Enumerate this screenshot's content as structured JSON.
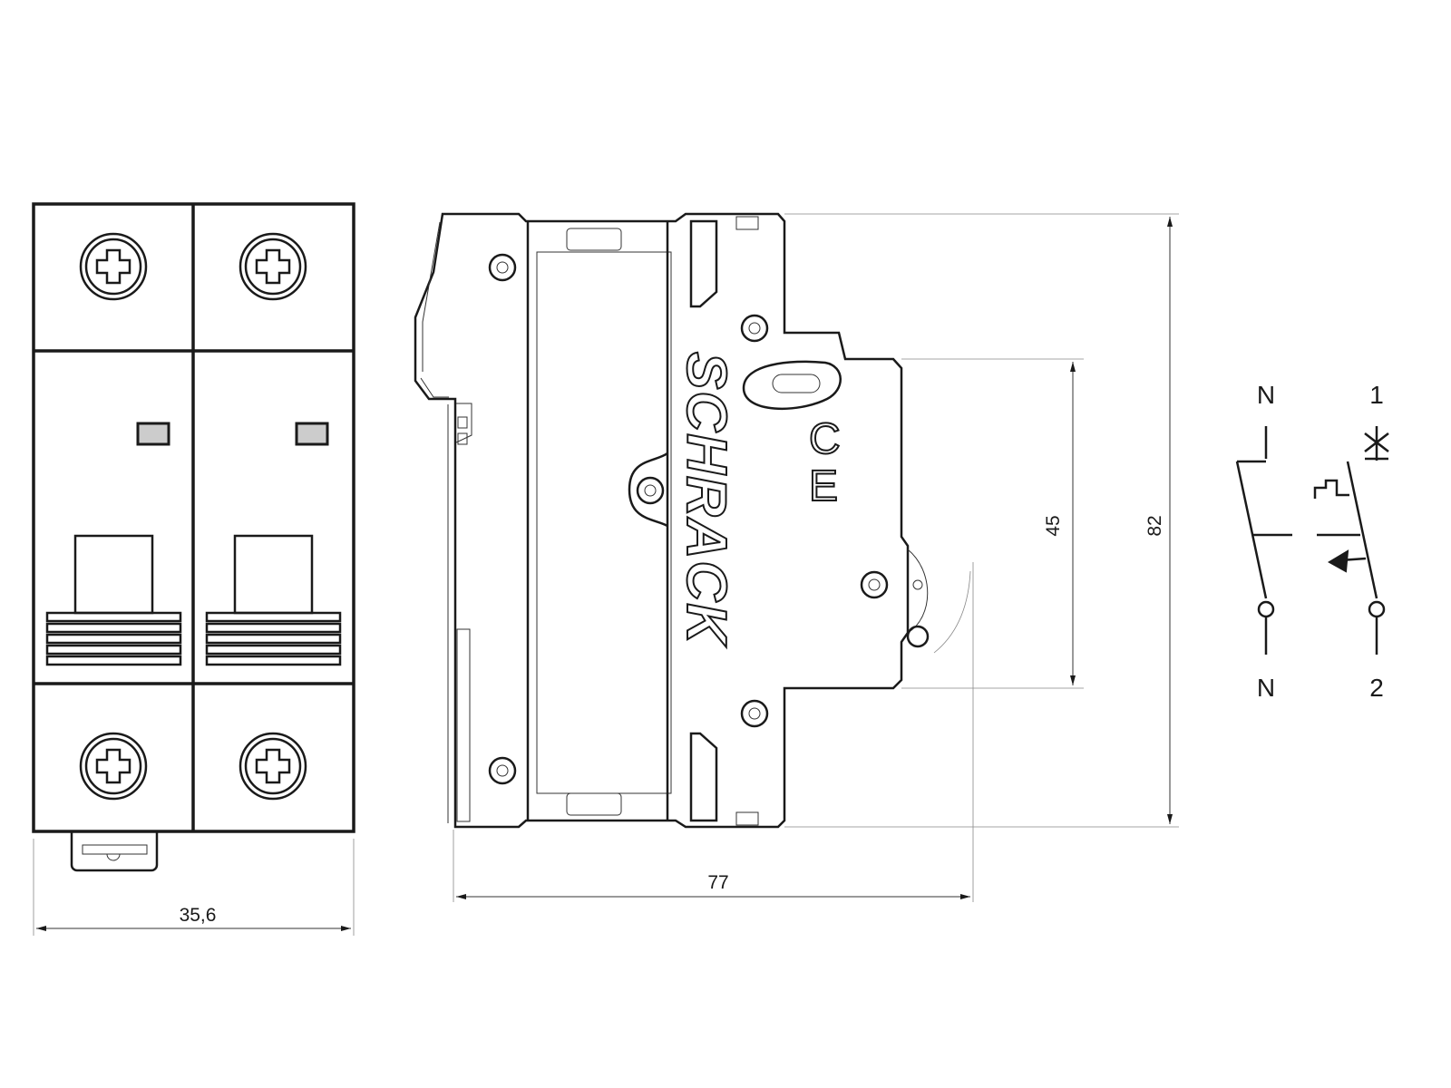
{
  "front_view": {
    "width_dimension": "35,6"
  },
  "side_view": {
    "brand_label": "SCHRACK",
    "ce_mark": "CE",
    "depth_dimension": "77",
    "front_height_dimension": "45",
    "total_height_dimension": "82"
  },
  "circuit_symbol": {
    "top_left_label": "N",
    "bottom_left_label": "N",
    "top_right_label": "1",
    "bottom_right_label": "2"
  },
  "colors": {
    "line": "#1a1a1a",
    "indicator_fill": "#cccccc",
    "background": "#ffffff"
  }
}
